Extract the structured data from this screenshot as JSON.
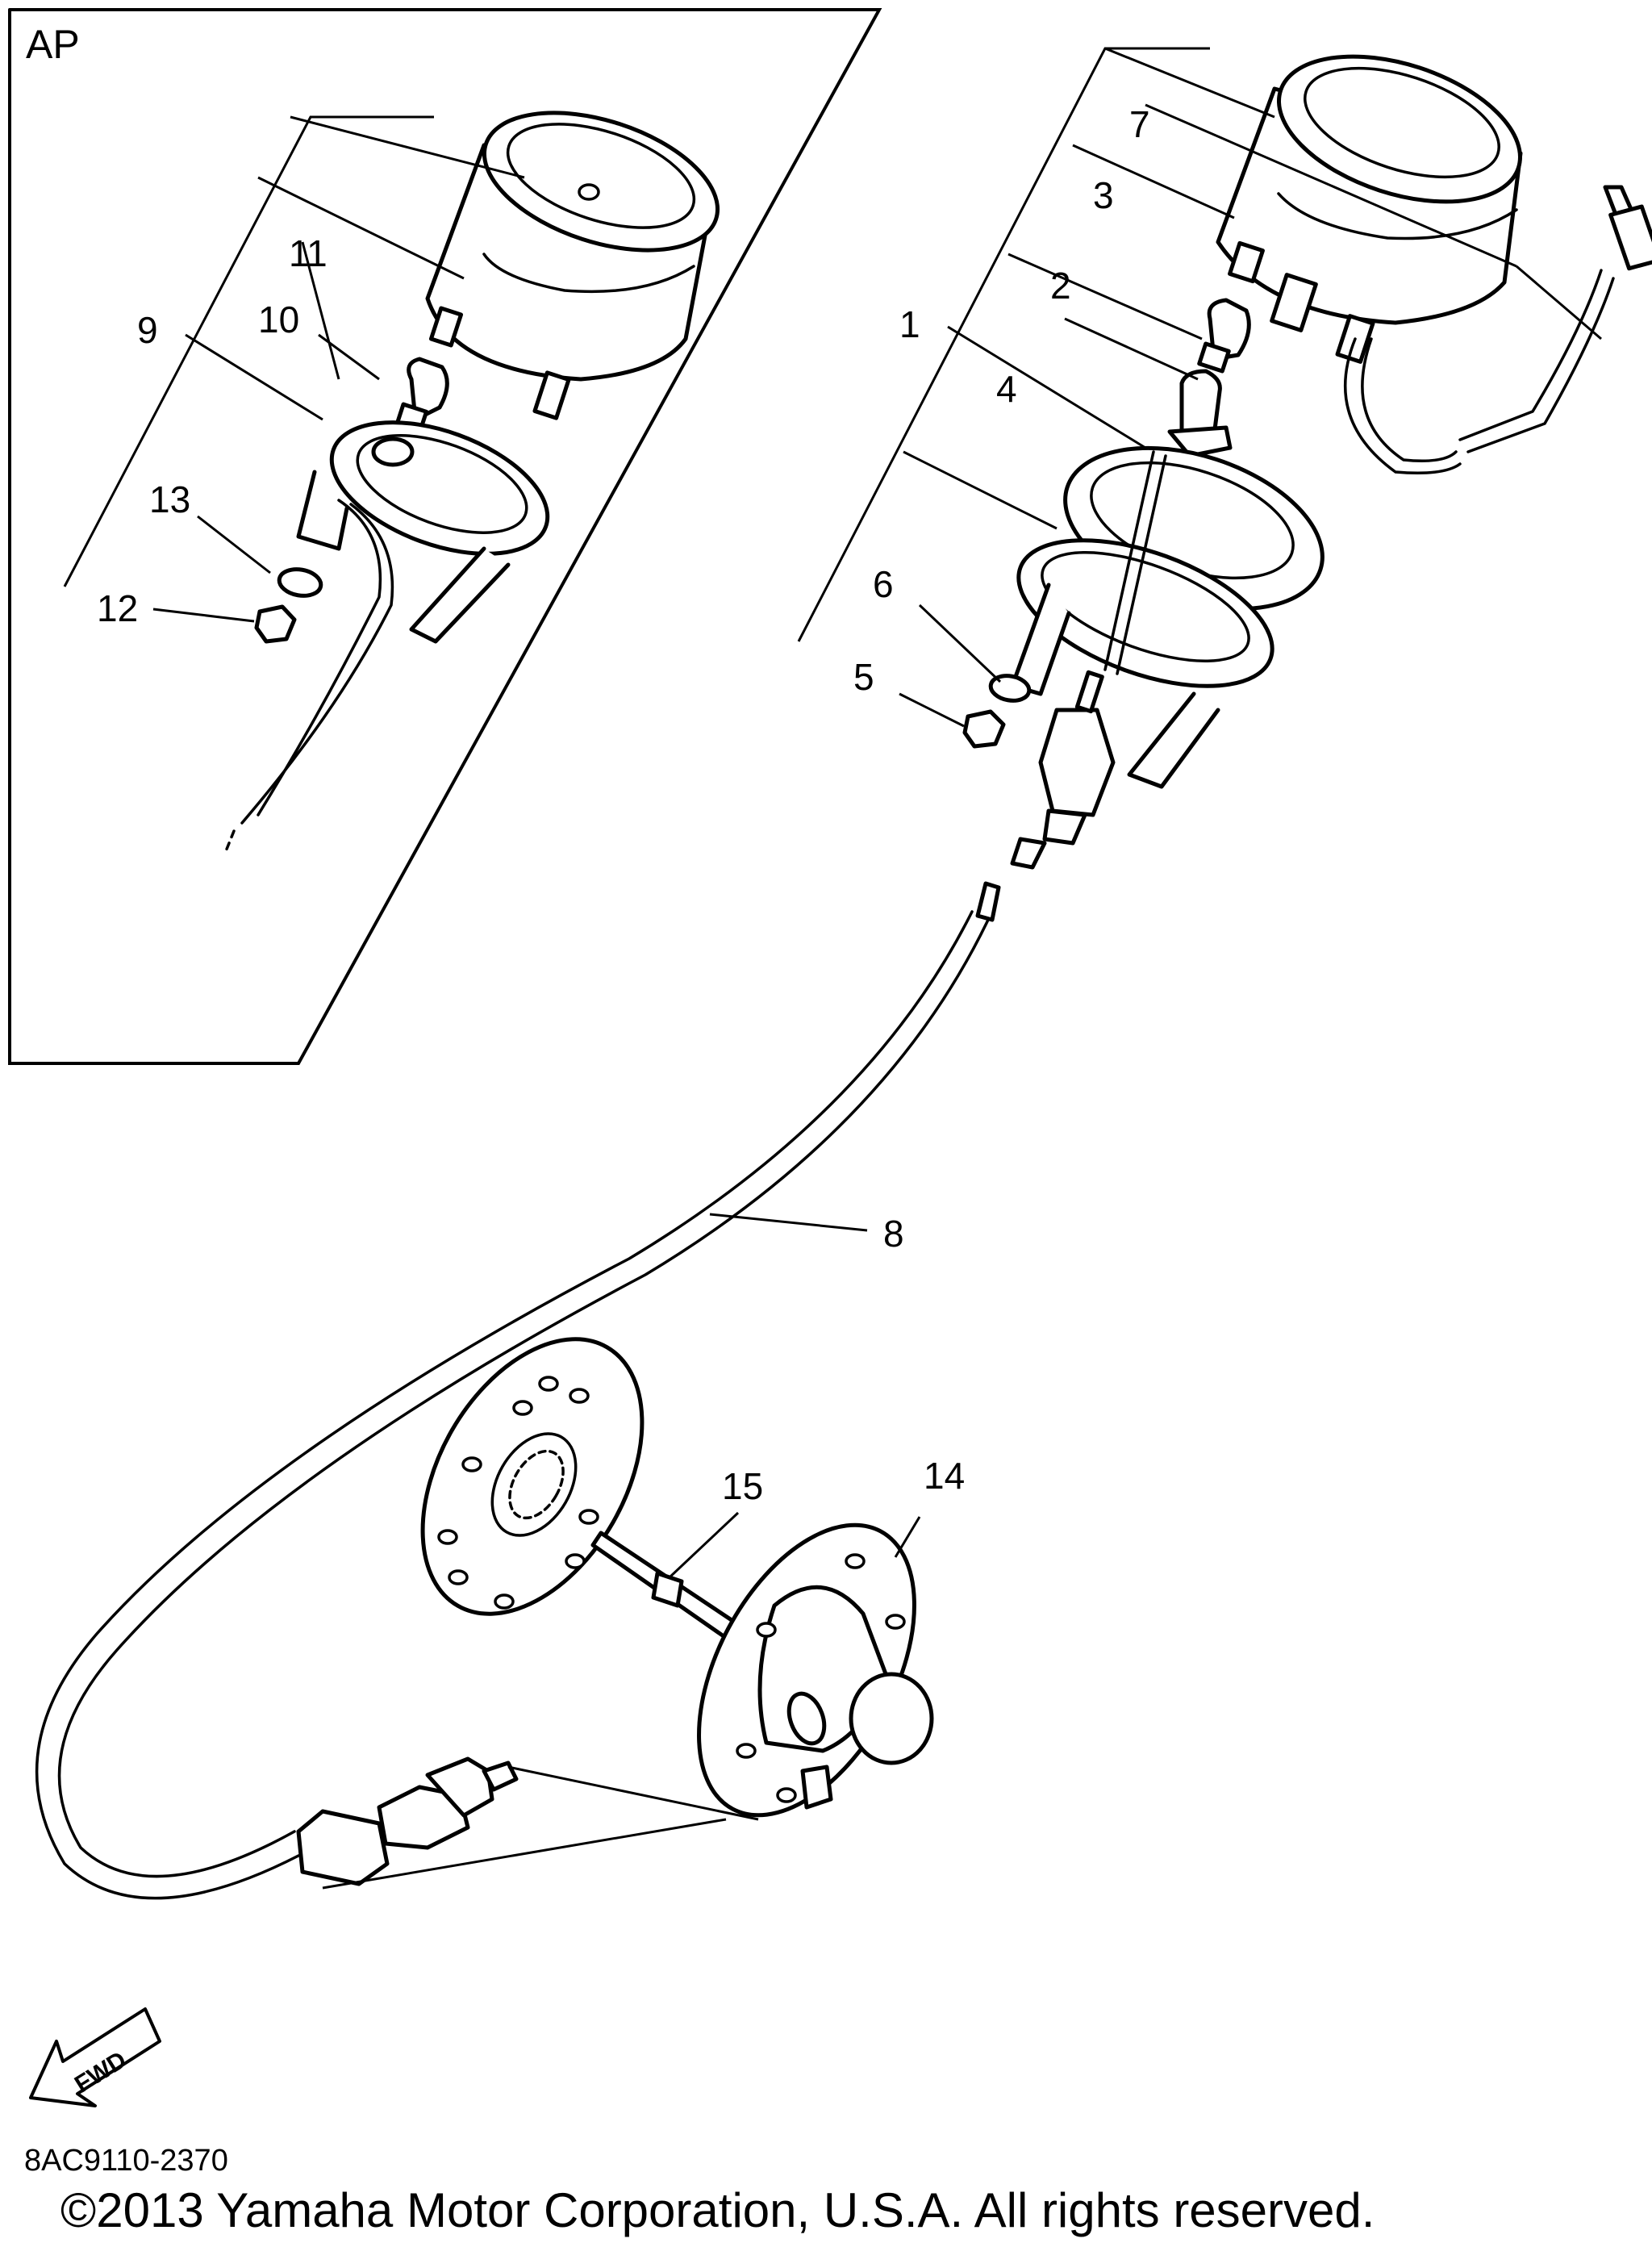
{
  "inset": {
    "label": "AP"
  },
  "callouts": [
    {
      "id": "1",
      "text": "1"
    },
    {
      "id": "2",
      "text": "2"
    },
    {
      "id": "3",
      "text": "3"
    },
    {
      "id": "4",
      "text": "4"
    },
    {
      "id": "5",
      "text": "5"
    },
    {
      "id": "6",
      "text": "6"
    },
    {
      "id": "7",
      "text": "7"
    },
    {
      "id": "8",
      "text": "8"
    },
    {
      "id": "9",
      "text": "9"
    },
    {
      "id": "10",
      "text": "10"
    },
    {
      "id": "11",
      "text": "11"
    },
    {
      "id": "12",
      "text": "12"
    },
    {
      "id": "13",
      "text": "13"
    },
    {
      "id": "14",
      "text": "14"
    },
    {
      "id": "15",
      "text": "15"
    }
  ],
  "direction_arrow": {
    "text": "FWD"
  },
  "diagram_code": "8AC9110-2370",
  "copyright": "©2013 Yamaha Motor Corporation, U.S.A. All rights reserved."
}
